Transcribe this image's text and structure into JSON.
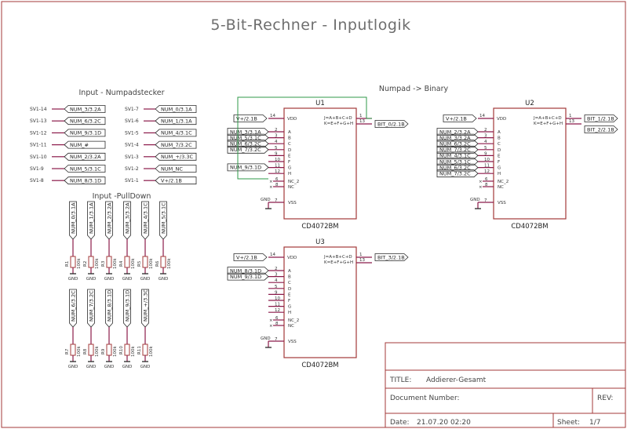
{
  "title": "5-Bit-Rechner - Inputlogik",
  "sections": {
    "numpad_header": "Input - Numpadstecker",
    "pulldown_header": "Input -PullDown",
    "numpad_binary": "Numpad -> Binary"
  },
  "connector_left": [
    {
      "pin": "SV1-14",
      "net": "NUM_3/3.2A"
    },
    {
      "pin": "SV1-13",
      "net": "NUM_6/3.2C"
    },
    {
      "pin": "SV1-12",
      "net": "NUM_9/3.1D"
    },
    {
      "pin": "SV1-11",
      "net": "NUM_#"
    },
    {
      "pin": "SV1-10",
      "net": "NUM_2/3.2A"
    },
    {
      "pin": "SV1-9",
      "net": "NUM_5/3.1C"
    },
    {
      "pin": "SV1-8",
      "net": "NUM_8/3.1D"
    }
  ],
  "connector_right": [
    {
      "pin": "SV1-7",
      "net": "NUM_0/3.1A"
    },
    {
      "pin": "SV1-6",
      "net": "NUM_1/3.1A"
    },
    {
      "pin": "SV1-5",
      "net": "NUM_4/3.1C"
    },
    {
      "pin": "SV1-4",
      "net": "NUM_7/3.2C"
    },
    {
      "pin": "SV1-3",
      "net": "NUM_+/3.3C"
    },
    {
      "pin": "SV1-2",
      "net": "NUM_NC"
    },
    {
      "pin": "SV1-1",
      "net": "V+/2.1B"
    }
  ],
  "pulldown_row1": [
    {
      "net": "NUM_0/3.1A",
      "res": "R1",
      "val": "100k",
      "gnd": "GND"
    },
    {
      "net": "NUM_1/3.1A",
      "res": "R2",
      "val": "100k",
      "gnd": "GND"
    },
    {
      "net": "NUM_2/3.2A",
      "res": "R3",
      "val": "100k",
      "gnd": "GND"
    },
    {
      "net": "NUM_3/3.2A",
      "res": "R4",
      "val": "100k",
      "gnd": "GND"
    },
    {
      "net": "NUM_4/3.1C",
      "res": "R5",
      "val": "100k",
      "gnd": "GND"
    },
    {
      "net": "NUM_5/3.1C",
      "res": "R6",
      "val": "100k",
      "gnd": "GND"
    }
  ],
  "pulldown_row2": [
    {
      "net": "NUM_6/3.2C",
      "res": "R7",
      "val": "100k",
      "gnd": "GND"
    },
    {
      "net": "NUM_7/3.2C",
      "res": "R8",
      "val": "100k",
      "gnd": "GND"
    },
    {
      "net": "NUM_8/3.1D",
      "res": "R9",
      "val": "100k",
      "gnd": "GND"
    },
    {
      "net": "NUM_9/3.1D",
      "res": "R10",
      "val": "100k",
      "gnd": "GND"
    },
    {
      "net": "NUM_+/3.3C",
      "res": "R11",
      "val": "100k",
      "gnd": "GND"
    }
  ],
  "u1": {
    "ref": "U1",
    "part": "CD4072BM",
    "vdd_net": "V+/2.1B",
    "out_net": "BIT_0/2.1B",
    "inputs": [
      "NUM_3/3.1A",
      "NUM_5/3.1C",
      "NUM_6/3.2C",
      "NUM_7/3.2C",
      "NUM_9/3.1D"
    ],
    "gnd": "GND"
  },
  "u2": {
    "ref": "U2",
    "part": "CD4072BM",
    "vdd_net": "V+/2.1B",
    "out_nets": [
      "BIT_1/2.1B",
      "BIT_2/2.1B"
    ],
    "inputs": [
      "NUM_2/3.2A",
      "NUM_3/3.2A",
      "NUM_6/3.2C",
      "NUM_7/3.2C",
      "NUM_4/3.1C",
      "NUM_5/3.1C",
      "NUM_6/3.2C",
      "NUM_7/3.2C"
    ],
    "gnd": "GND"
  },
  "u3": {
    "ref": "U3",
    "part": "CD4072BM",
    "vdd_net": "V+/2.1B",
    "out_net": "BIT_3/2.1B",
    "inputs": [
      "NUM_8/3.1D",
      "NUM_9/3.1D"
    ],
    "gnd": "GND"
  },
  "ic_pins": {
    "vdd": "VDD",
    "vss": "VSS",
    "nc2": "NC_2",
    "nc": "NC",
    "eq1": "J=A+B+C+D",
    "eq2": "K=E+F+G+H",
    "letters": [
      "A",
      "B",
      "C",
      "D",
      "E",
      "F",
      "G",
      "H"
    ],
    "pin_nums": [
      "2",
      "3",
      "4",
      "5",
      "9",
      "10",
      "11",
      "12"
    ],
    "pin14": "14",
    "pin7": "7",
    "pin6": "6",
    "pin8": "8",
    "pin1": "1",
    "pin13": "13"
  },
  "title_block": {
    "title_label": "TITLE:",
    "title_value": "Addierer-Gesamt",
    "docnum_label": "Document Number:",
    "rev_label": "REV:",
    "date_label": "Date:",
    "date_value": "21.07.20 02:20",
    "sheet_label": "Sheet:",
    "sheet_value": "1/7"
  },
  "colors": {
    "wire": "#8b1a4a",
    "frame": "#a33a3a",
    "net": "#2a2a2a",
    "green": "#2f9a4a"
  }
}
